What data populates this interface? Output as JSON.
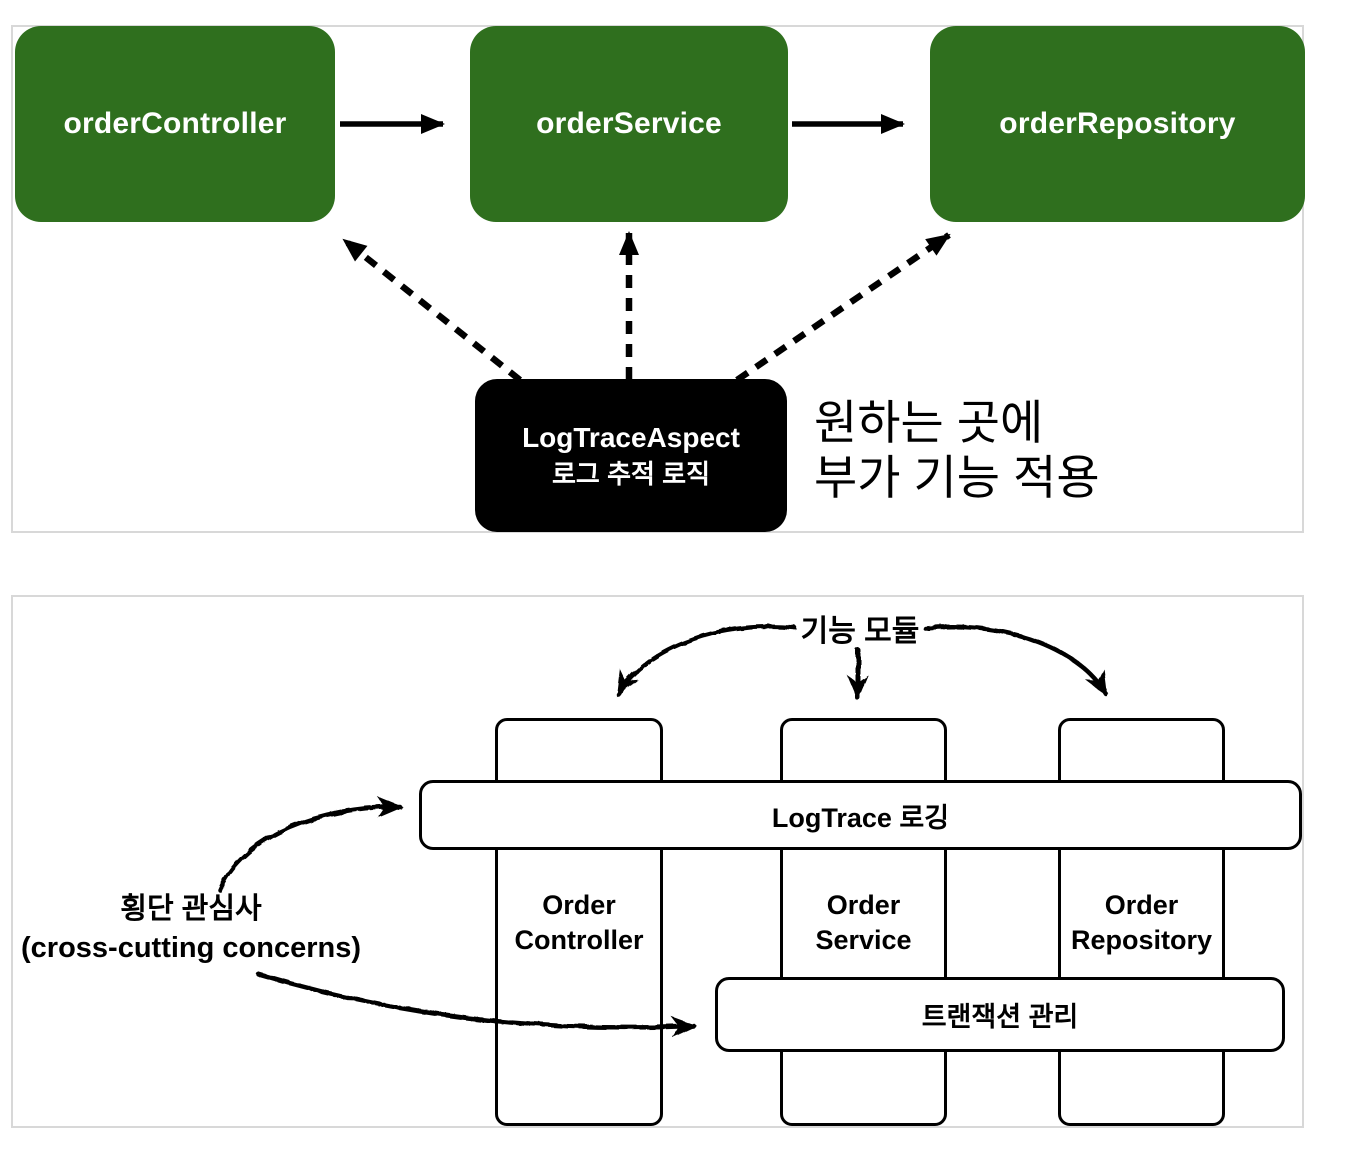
{
  "panel1": {
    "nodes": [
      {
        "label": "orderController"
      },
      {
        "label": "orderService"
      },
      {
        "label": "orderRepository"
      }
    ],
    "aspect_box": {
      "title": "LogTraceAspect",
      "subtitle": "로그 추적 로직"
    },
    "annotation": {
      "line1": "원하는 곳에",
      "line2": "부가 기능 적용"
    }
  },
  "panel2": {
    "top_label": "기능 모듈",
    "columns": [
      {
        "label": "Order Controller"
      },
      {
        "label": "Order Service"
      },
      {
        "label": "Order Repository"
      }
    ],
    "bars": [
      {
        "label": "LogTrace 로깅"
      },
      {
        "label": "트랜잭션 관리"
      }
    ],
    "side_label": {
      "line1": "횡단 관심사",
      "line2": "(cross-cutting concerns)"
    }
  },
  "colors": {
    "node_green": "#2F6F1E",
    "aspect_black": "#000000",
    "panel_border": "#D8D8D8",
    "arrow_black": "#000000",
    "box_text_white": "#FFFFFF"
  }
}
